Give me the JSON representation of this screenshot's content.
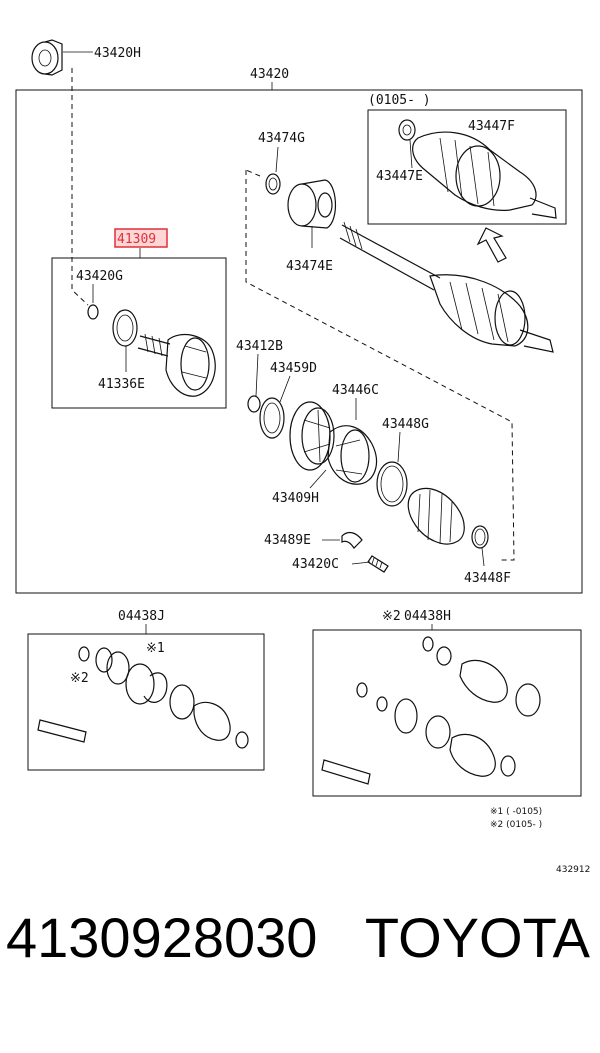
{
  "diagram": {
    "labels": {
      "p43420H": "43420H",
      "p43420": "43420",
      "revision_range": "(0105-      )",
      "p43474G": "43474G",
      "p43447F": "43447F",
      "p43447E": "43447E",
      "p41309": "41309",
      "p43474E": "43474E",
      "p43420G": "43420G",
      "p41336E": "41336E",
      "p43412B": "43412B",
      "p43459D": "43459D",
      "p43446C": "43446C",
      "p43448G": "43448G",
      "p43409H": "43409H",
      "p43489E": "43489E",
      "p43420C": "43420C",
      "p43448F": "43448F",
      "p04438J": "04438J",
      "p04438H": "04438H",
      "mark1": "※1",
      "mark2": "※2",
      "mark2_prefix": "※2",
      "note1": "※1 (       -0105)",
      "note2": "※2 (0105-       )",
      "diagram_id": "432912"
    },
    "highlight_color": "#e0303a"
  },
  "footer": {
    "part_number": "4130928030",
    "brand": "TOYOTA"
  }
}
